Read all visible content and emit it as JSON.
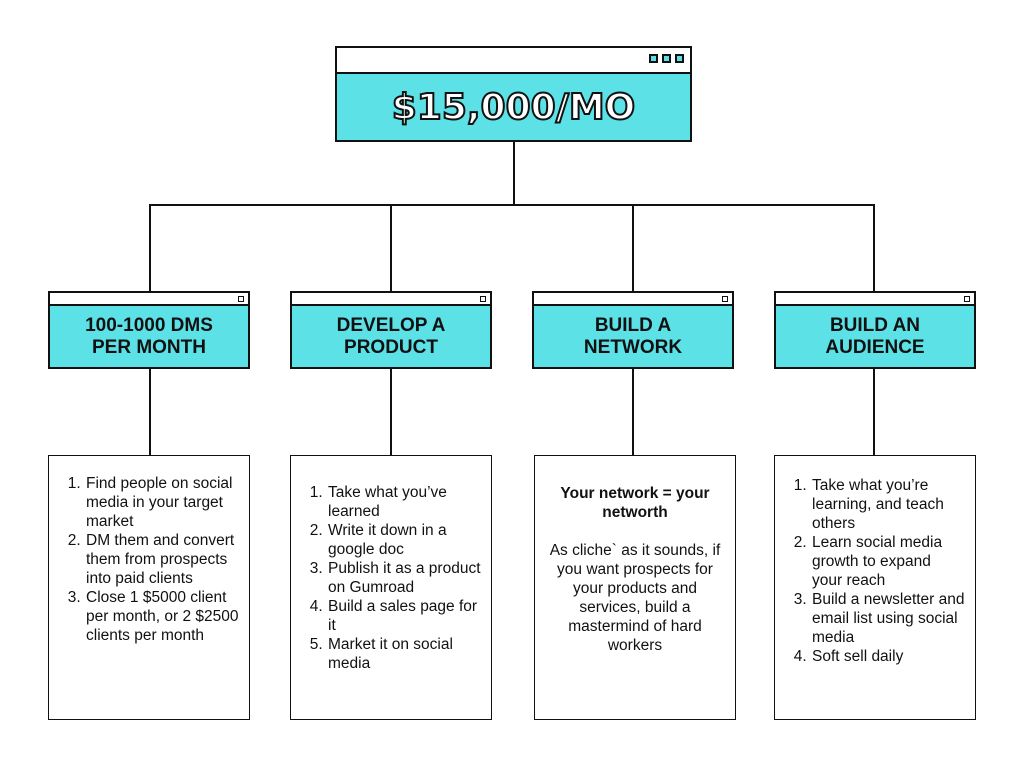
{
  "colors": {
    "accent": "#5ce1e6",
    "line": "#111111"
  },
  "main": {
    "title": "$15,000/MO"
  },
  "categories": [
    {
      "title_l1": "100-1000 DMS",
      "title_l2": "PER MONTH"
    },
    {
      "title_l1": "DEVELOP A",
      "title_l2": "PRODUCT"
    },
    {
      "title_l1": "BUILD A",
      "title_l2": "NETWORK"
    },
    {
      "title_l1": "BUILD AN",
      "title_l2": "AUDIENCE"
    }
  ],
  "cards": {
    "dms": [
      "Find people on social media in your target market",
      "DM them and convert them from prospects into paid clients",
      "Close 1 $5000 client per month, or 2 $2500 clients per month"
    ],
    "product": [
      "Take what you’ve learned",
      "Write it down in a google doc",
      "Publish it as a product on Gumroad",
      "Build a sales page for it",
      "Market it on social media"
    ],
    "network": {
      "heading": "Your network = your networth",
      "body": "As cliche` as it sounds, if you want prospects for your products and services, build a mastermind of hard workers"
    },
    "audience": [
      "Take what you’re learning, and teach others",
      "Learn social media growth to expand your reach",
      "Build a newsletter and email list using social media",
      "Soft sell daily"
    ]
  }
}
